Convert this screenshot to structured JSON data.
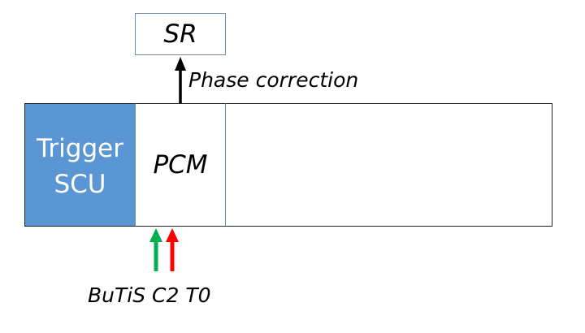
{
  "sr_label": "SR",
  "phase_label": "Phase correction",
  "trigger": {
    "line1": "Trigger",
    "line2": "SCU"
  },
  "pcm_label": "PCM",
  "input_label": "BuTiS C2 T0",
  "colors": {
    "trigger_fill": "#5b96d4",
    "arrow_green": "#00b050",
    "arrow_red": "#ff0000",
    "arrow_black": "#000000"
  }
}
